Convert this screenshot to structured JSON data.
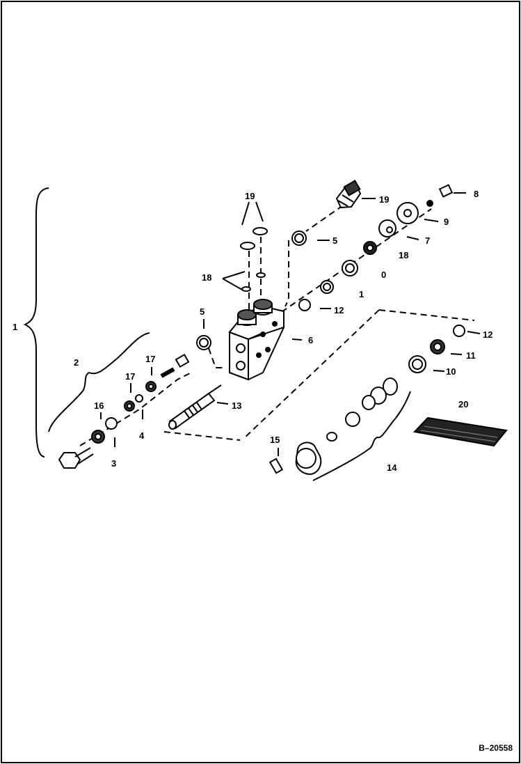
{
  "diagram": {
    "figure_id": "B–20558",
    "callouts": {
      "c1": "1",
      "c2": "2",
      "c3": "3",
      "c4": "4",
      "c5a": "5",
      "c5b": "5",
      "c6": "6",
      "c7": "7",
      "c8": "8",
      "c9": "9",
      "c10a": "0",
      "c10b": "10",
      "c11a": "1",
      "c11b": "11",
      "c12a": "12",
      "c12b": "12",
      "c13": "13",
      "c14": "14",
      "c15": "15",
      "c16": "16",
      "c17a": "17",
      "c17b": "17",
      "c18a": "18",
      "c18b": "18",
      "c19a": "19",
      "c19b": "19",
      "c20": "20"
    }
  }
}
